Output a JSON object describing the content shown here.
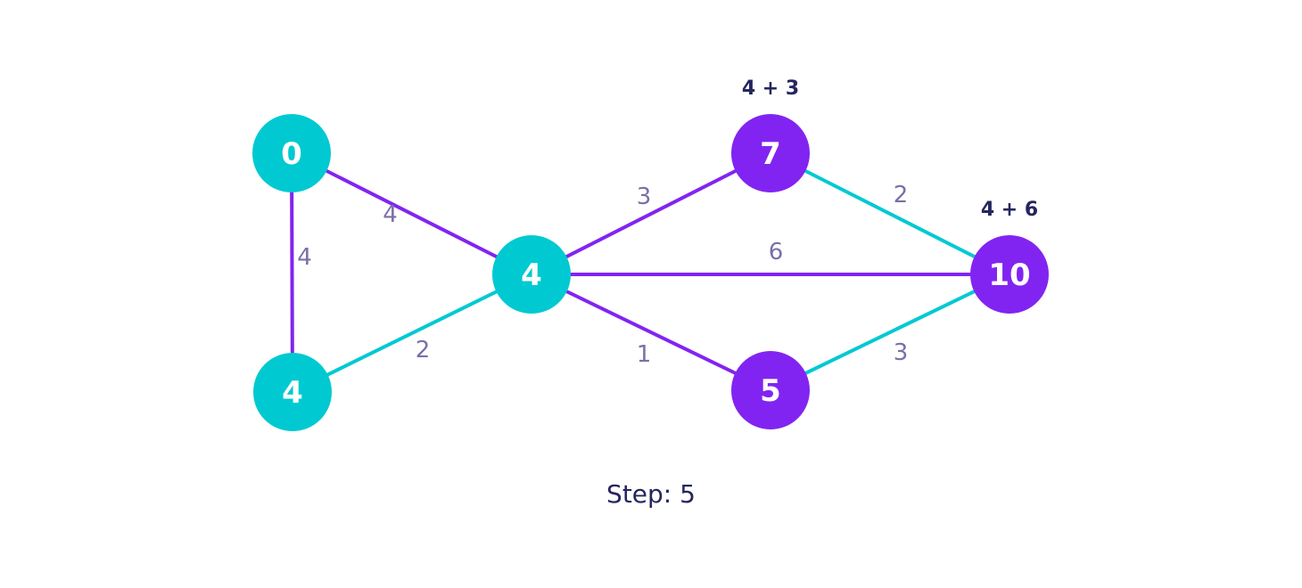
{
  "colors": {
    "visited": "#00c9d2",
    "frontier": "#8224f1",
    "weight_text": "#7a6fa8",
    "annot_text": "#25265e"
  },
  "nodes": [
    {
      "id": "A",
      "label": "0",
      "state": "visited"
    },
    {
      "id": "B",
      "label": "4",
      "state": "visited"
    },
    {
      "id": "C",
      "label": "4",
      "state": "visited"
    },
    {
      "id": "D",
      "label": "7",
      "state": "frontier",
      "annotation": "4 + 3"
    },
    {
      "id": "E",
      "label": "10",
      "state": "frontier",
      "annotation": "4 + 6"
    },
    {
      "id": "F",
      "label": "5",
      "state": "frontier"
    }
  ],
  "edges": [
    {
      "from": "A",
      "to": "C",
      "weight": "4",
      "state": "frontier"
    },
    {
      "from": "A",
      "to": "B",
      "weight": "4",
      "state": "frontier"
    },
    {
      "from": "B",
      "to": "C",
      "weight": "2",
      "state": "visited"
    },
    {
      "from": "C",
      "to": "D",
      "weight": "3",
      "state": "frontier"
    },
    {
      "from": "C",
      "to": "E",
      "weight": "6",
      "state": "frontier"
    },
    {
      "from": "C",
      "to": "F",
      "weight": "1",
      "state": "frontier"
    },
    {
      "from": "D",
      "to": "E",
      "weight": "2",
      "state": "visited"
    },
    {
      "from": "F",
      "to": "E",
      "weight": "3",
      "state": "visited"
    }
  ],
  "step_label": "Step: 5"
}
